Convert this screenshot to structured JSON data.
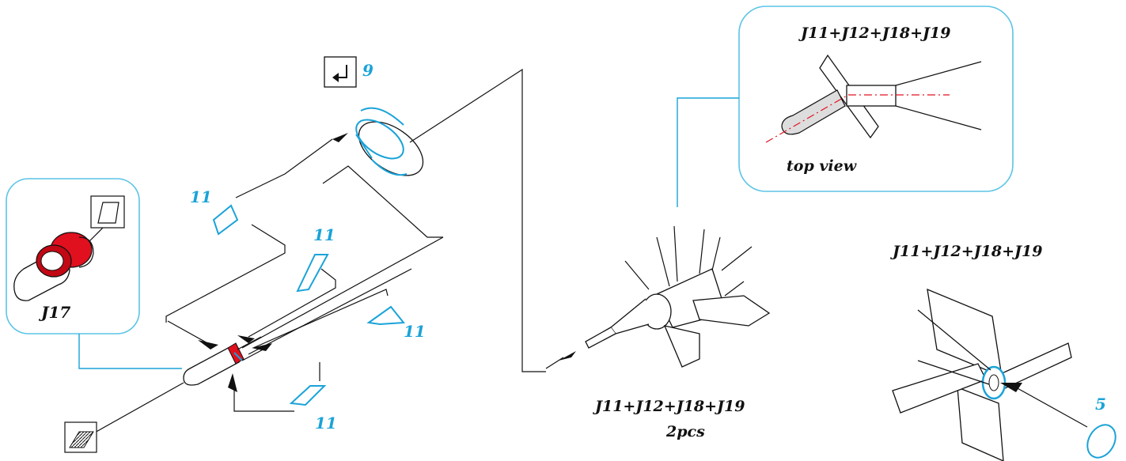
{
  "callouts": {
    "step_number": "9",
    "part_11_a": "11",
    "part_11_b": "11",
    "part_11_c": "11",
    "part_11_d": "11",
    "part_5": "5",
    "j17": "J17",
    "top_view_title": "J11+J12+J18+J19",
    "top_view_caption": "top view",
    "right_title": "J11+J12+J18+J19",
    "center_label": "J11+J12+J18+J19",
    "center_qty": "2pcs"
  },
  "colors": {
    "part_cyan": "#1aa3d8",
    "detail_red": "#e0101e",
    "centerline_red": "#e0101e",
    "box_border": "#5cc4e6"
  },
  "icons": {
    "fold_icon": "return-arrow-icon",
    "glue_icon": "parallelogram-icon",
    "texture_icon": "hatched-square-icon"
  }
}
